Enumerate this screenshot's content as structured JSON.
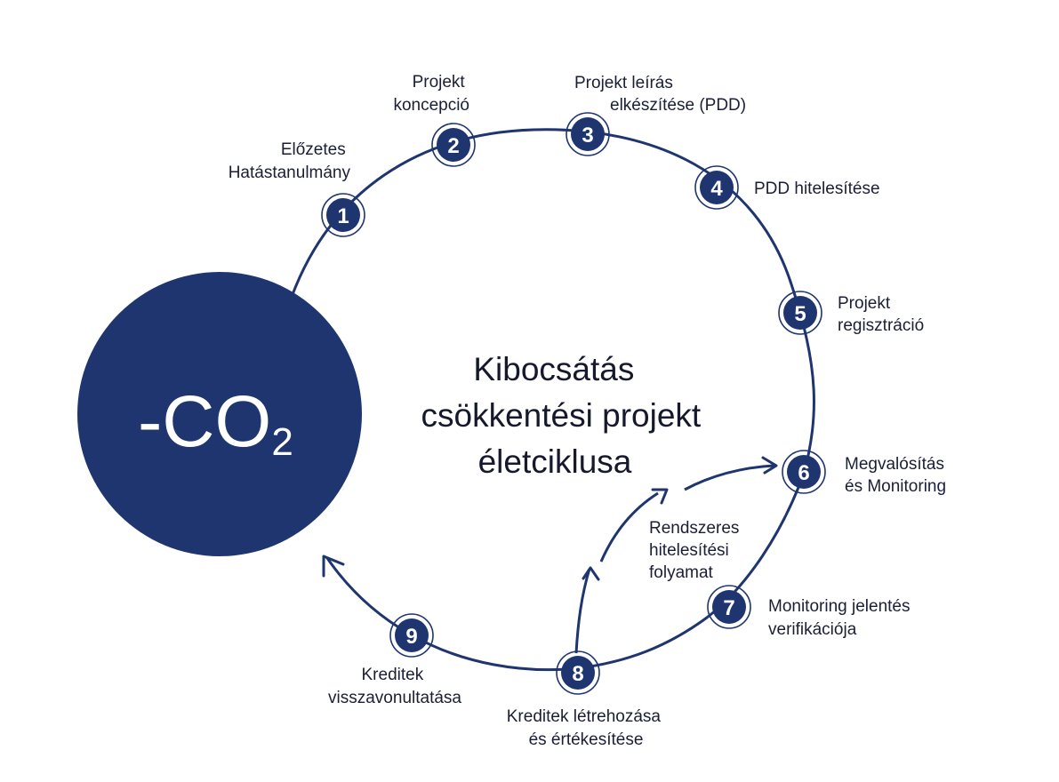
{
  "co2": {
    "prefix": "-CO",
    "subscript": "2",
    "color": "#1e3570"
  },
  "center_title": [
    "Kibocsátás",
    "csökkentési projekt",
    "életciklusa"
  ],
  "steps": [
    {
      "number": "1",
      "label": [
        "Előzetes",
        "Hatástanulmány"
      ]
    },
    {
      "number": "2",
      "label": [
        "Projekt",
        "koncepció"
      ]
    },
    {
      "number": "3",
      "label": [
        "Projekt leírás",
        "elkészítése (PDD)"
      ]
    },
    {
      "number": "4",
      "label": [
        "PDD hitelesítése"
      ]
    },
    {
      "number": "5",
      "label": [
        "Projekt",
        "regisztráció"
      ]
    },
    {
      "number": "6",
      "label": [
        "Megvalósítás",
        "és Monitoring"
      ]
    },
    {
      "number": "7",
      "label": [
        "Monitoring jelentés",
        "verifikációja"
      ]
    },
    {
      "number": "8",
      "label": [
        "Kreditek létrehozása",
        "és értékesítése"
      ]
    },
    {
      "number": "9",
      "label": [
        "Kreditek",
        "visszavonultatása"
      ]
    }
  ],
  "verification_loop_label": [
    "Rendszeres",
    "hitelesítési",
    "folyamat"
  ]
}
